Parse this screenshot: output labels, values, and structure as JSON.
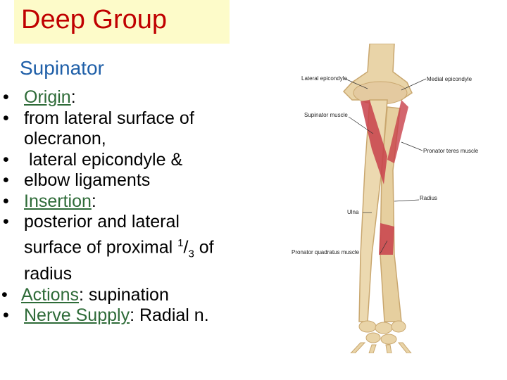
{
  "header": {
    "title": "Deep Group"
  },
  "muscle": {
    "name": "Supinator"
  },
  "bullets": {
    "origin_label": "Origin",
    "origin_line1": "from lateral surface of",
    "origin_line1_cont": "olecranon,",
    "origin_line2": " lateral epicondyle &",
    "origin_line3": "elbow ligaments",
    "insertion_label": "Insertion",
    "insertion_line1": "posterior and lateral",
    "insertion_line1_cont_a": "surface of proximal ",
    "fraction_num": "1",
    "fraction_sep": "/",
    "fraction_den": "3",
    "insertion_line1_cont_b": " of",
    "insertion_line1_cont2": "radius",
    "actions_label": "Actions",
    "actions_text": ": supination",
    "nerve_label": "Nerve Supply",
    "nerve_text": ": Radial n.",
    "colon": ":",
    "bullet_char": "•"
  },
  "figure": {
    "labels": {
      "lateral_epicondyle": "Lateral epicondyle",
      "medial_epicondyle": "Medial epicondyle",
      "supinator_muscle": "Supinator muscle",
      "pronator_teres": "Pronator teres muscle",
      "radius": "Radius",
      "ulna": "Ulna",
      "pronator_quadratus": "Pronator quadratus muscle"
    },
    "colors": {
      "bone": "#e9d4a8",
      "bone_shade": "#c9a76f",
      "muscle": "#c8404a"
    }
  }
}
